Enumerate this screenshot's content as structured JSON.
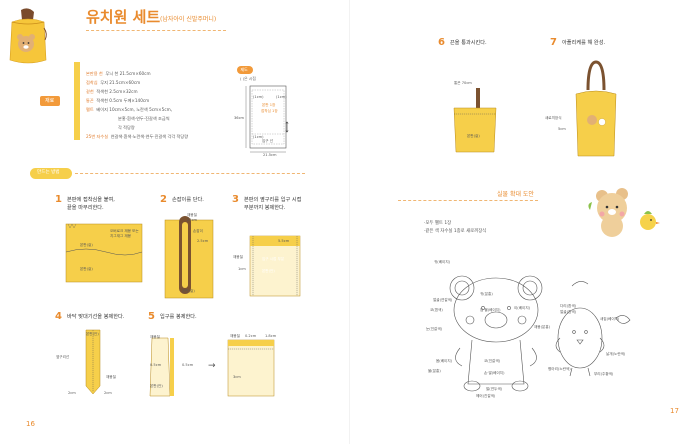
{
  "title": {
    "main": "유치원 세트",
    "sub": "(남자아이 신발주머니)"
  },
  "materials": [
    {
      "k": "본판용 천",
      "v": "무늬 천 21.5cm×60cm"
    },
    {
      "k": "접착심",
      "v": "무지 21.5cm×60cm"
    },
    {
      "k": "겉천",
      "v": "적색천 2.5cm×32cm"
    },
    {
      "k": "통끈",
      "v": "적색천 0.5cm 두께×140cm"
    },
    {
      "k": "펠트",
      "v": "베이지 10cm×5cm, 노란색 5cm×5cm,"
    },
    {
      "k": "",
      "v": "분홍·흰색·연두·진갈색 조금씩"
    },
    {
      "k": "",
      "v": "각 적당량"
    },
    {
      "k": "25번 자수실",
      "v": "연갈색·흰색·노란색·연두·진갈색 각각 적당량"
    }
  ],
  "tag": "재료",
  "drawing": {
    "badge": "제도",
    "note": "( )은 시접",
    "dims": [
      "(1cm)",
      "(1cm)",
      "본판 1장",
      "접착심 1장",
      "36cm",
      "21.5cm",
      "(1cm)",
      "입구 선"
    ]
  },
  "section_tab": "만드는 방법",
  "steps": [
    {
      "n": "1",
      "text": [
        "본판에 접착심을 붙여,",
        "끝을 마무리한다."
      ]
    },
    {
      "n": "2",
      "text": [
        "손잡이를 단다."
      ]
    },
    {
      "n": "3",
      "text": [
        "본판의 옆구리를 입구 시접",
        "부분까지 봉제한다."
      ]
    },
    {
      "n": "4",
      "text": [
        "바닥 맞대기선을 봉제한다."
      ]
    },
    {
      "n": "5",
      "text": [
        "입구를 봉제한다."
      ]
    },
    {
      "n": "6",
      "text": [
        "끈을 통과시킨다."
      ]
    },
    {
      "n": "7",
      "text": [
        "아플리케를 해 완성."
      ]
    }
  ],
  "fig_labels": {
    "s1": [
      "지그재그 재봉",
      "오버로크 재봉 또는",
      "본판(겉)",
      "본판(겉)"
    ],
    "s2": [
      "재봉질",
      "22cm",
      "2.5cm",
      "손잡이",
      "본판(겉)"
    ],
    "s3": [
      "5.5cm",
      "재봉질",
      "입구 시접 부분",
      "1cm",
      "본판(안)"
    ],
    "s4": [
      "본판(안)",
      "옆구리선",
      "재봉질",
      "2cm",
      "2cm"
    ],
    "s5": [
      "재봉질",
      "0.5cm",
      "0.5cm",
      "본판(안)",
      "본판(안)",
      "3cm",
      "재봉질",
      "0.2cm",
      "1.8cm"
    ],
    "s6": [
      "통끈 70cm",
      "본판(겉)"
    ],
    "s7": [
      "새로끼장식",
      "5cm"
    ]
  },
  "pattern": {
    "heading": "실물 확대 도안",
    "notes": [
      "·모두 펠트 1장",
      "·같은 색 자수실 1종로 새로끼장식"
    ],
    "labels": [
      "귀(베이지)",
      "얼굴(연갈색)",
      "코(흰색)",
      "입·볼(베이지)",
      "귀(분홍)",
      "이(베이지)",
      "눈(진갈색)",
      "재봉(분홍)",
      "몸(베이지)",
      "코(진갈색)",
      "볼(분홍)",
      "손·발(베이지)",
      "병아리(노란색)",
      "날개(노란색)",
      "부리(주황색)",
      "새집(베이지)",
      "발(연두색)",
      "헤어(진갈색)",
      "다리(흰색)",
      "얼굴(흰색)"
    ]
  },
  "pages": {
    "left": "16",
    "right": "17"
  },
  "colors": {
    "accent": "#e98b2e",
    "yellow": "#f6cf4a",
    "brown": "#7b5230"
  }
}
